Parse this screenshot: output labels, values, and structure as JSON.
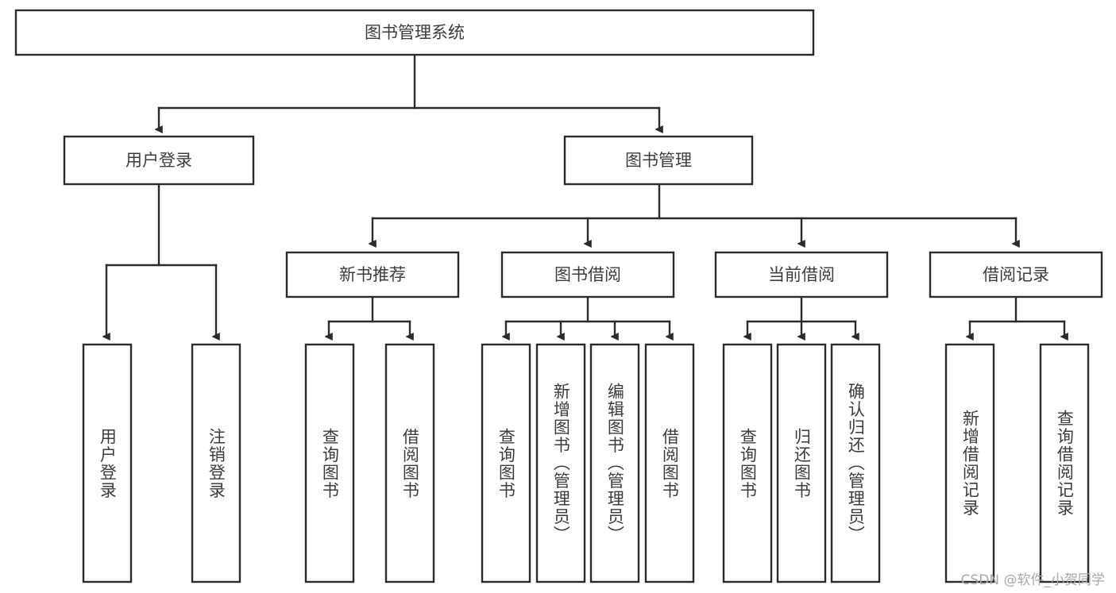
{
  "diagram": {
    "type": "tree",
    "title": "图书管理系统",
    "watermark": "CSDN @软件_小贺同学",
    "colors": {
      "stroke": "#2b2b2b",
      "fill": "#ffffff",
      "text": "#3c3c3c",
      "watermark": "#a8a8a8",
      "background": "#ffffff"
    },
    "root": {
      "label": "图书管理系统"
    },
    "level2": [
      {
        "label": "用户登录"
      },
      {
        "label": "图书管理"
      }
    ],
    "level3": [
      {
        "label": "新书推荐"
      },
      {
        "label": "图书借阅"
      },
      {
        "label": "当前借阅"
      },
      {
        "label": "借阅记录"
      }
    ],
    "leaves": {
      "user_login": [
        {
          "label": "用户登录"
        },
        {
          "label": "注销登录"
        }
      ],
      "new_book_recommend": [
        {
          "label": "查询图书"
        },
        {
          "label": "借阅图书"
        }
      ],
      "book_borrow": [
        {
          "label": "查询图书"
        },
        {
          "label": "新增图书（管理员）"
        },
        {
          "label": "编辑图书（管理员）"
        },
        {
          "label": "借阅图书"
        }
      ],
      "current_borrow": [
        {
          "label": "查询图书"
        },
        {
          "label": "归还图书"
        },
        {
          "label": "确认归还（管理员）"
        }
      ],
      "borrow_record": [
        {
          "label": "新增借阅记录"
        },
        {
          "label": "查询借阅记录"
        }
      ]
    }
  }
}
